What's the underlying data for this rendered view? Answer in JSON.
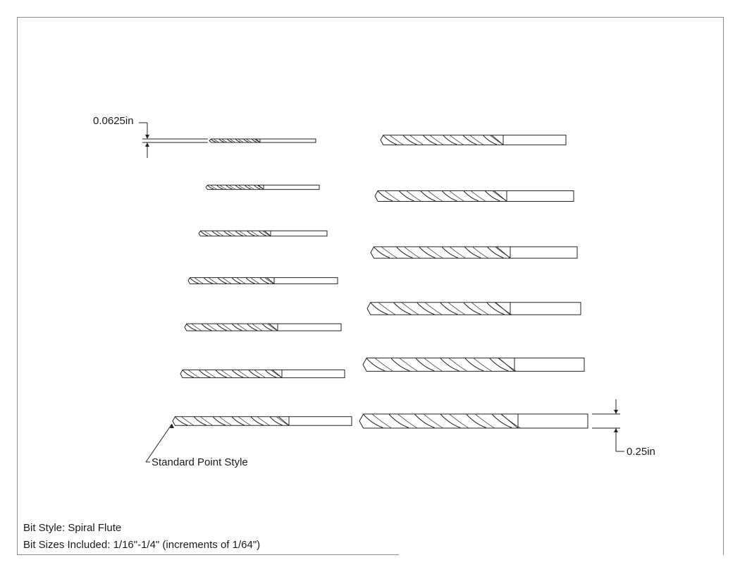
{
  "annotations": {
    "min_diameter": "0.0625in",
    "max_diameter": "0.25in",
    "point_style": "Standard Point Style"
  },
  "notes": {
    "bit_style": "Bit Style: Spiral Flute",
    "bit_sizes": "Bit Sizes Included: 1/16\"-1/4\" (increments of 1/64\")"
  },
  "bits": {
    "count": 13,
    "min_diameter_in": 0.0625,
    "max_diameter_in": 0.25,
    "increment_in": 0.015625
  }
}
